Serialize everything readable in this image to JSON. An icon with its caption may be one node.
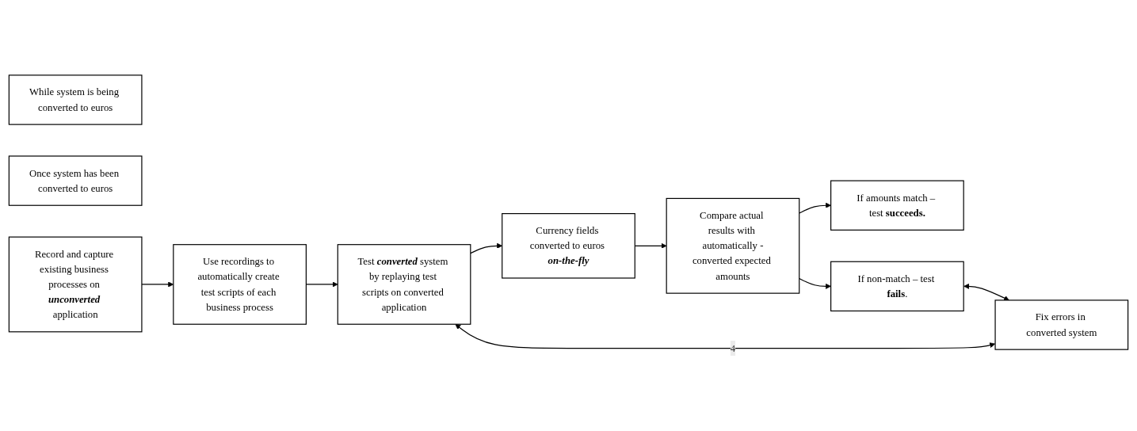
{
  "diagram": {
    "nodes": [
      {
        "text": [
          "While system is being converted to euros"
        ]
      },
      {
        "text": [
          "Once system has been converted to euros"
        ]
      },
      {
        "text": [
          "Record and capture existing business processes on **unconverted** application"
        ]
      },
      {
        "text": [
          "Use recordings to automatically create test scripts of each business process"
        ]
      },
      {
        "text": [
          "Test **converted** system by replaying test scripts on converted application"
        ]
      },
      {
        "text": [
          "Currency fields converted to euros **on-the-fly**"
        ]
      },
      {
        "text": [
          "Compare actual results with automatically -converted expected amounts"
        ]
      },
      {
        "text": [
          "If amounts match – test **succeeds.**"
        ]
      },
      {
        "text": [
          "If non-match – test **fails**."
        ]
      },
      {
        "text": [
          "Fix errors in converted system"
        ]
      }
    ],
    "edges": [
      {
        "from": 2,
        "to": 3,
        "arrow": "to"
      },
      {
        "from": 3,
        "to": 4,
        "arrow": "to"
      },
      {
        "from": 4,
        "to": 5,
        "arrow": "to"
      },
      {
        "from": 5,
        "to": 6,
        "arrow": "to"
      },
      {
        "from": 6,
        "to": 7,
        "arrow": "to"
      },
      {
        "from": 6,
        "to": 8,
        "arrow": "to"
      },
      {
        "from": 8,
        "to": 9,
        "arrow": "both"
      },
      {
        "from": 9,
        "to": 4,
        "arrow": "both",
        "label": "4"
      }
    ]
  }
}
